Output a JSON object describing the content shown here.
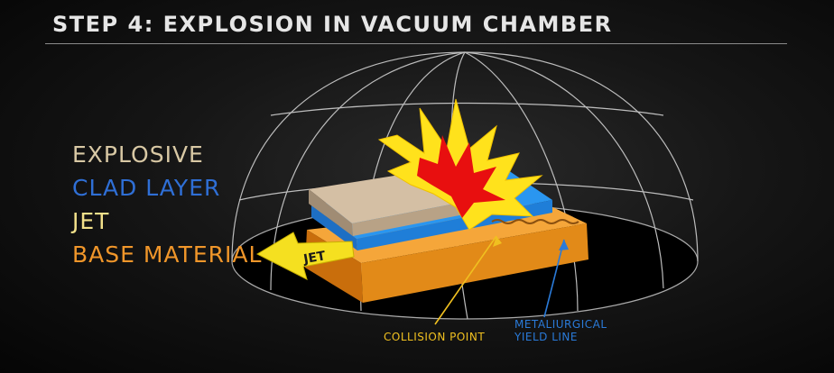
{
  "title": "STEP 4: EXPLOSION IN VACUUM CHAMBER",
  "legend": [
    {
      "label": "EXPLOSIVE",
      "color": "#d8c8a4"
    },
    {
      "label": "CLAD LAYER",
      "color": "#2f6fd6"
    },
    {
      "label": "JET",
      "color": "#f2e08a"
    },
    {
      "label": "BASE MATERIAL",
      "color": "#f0962a"
    }
  ],
  "jet_arrow_label": "JET",
  "callouts": {
    "collision_point": "COLLISION POINT",
    "yield_line_1": "METALIURGICAL",
    "yield_line_2": "YIELD LINE"
  },
  "colors": {
    "explosive": "#c9b49a",
    "clad": "#1f86e8",
    "base": "#e9901c",
    "jet": "#f5e020",
    "collision_callout": "#f0c020",
    "yield_callout": "#2a7ad8"
  }
}
